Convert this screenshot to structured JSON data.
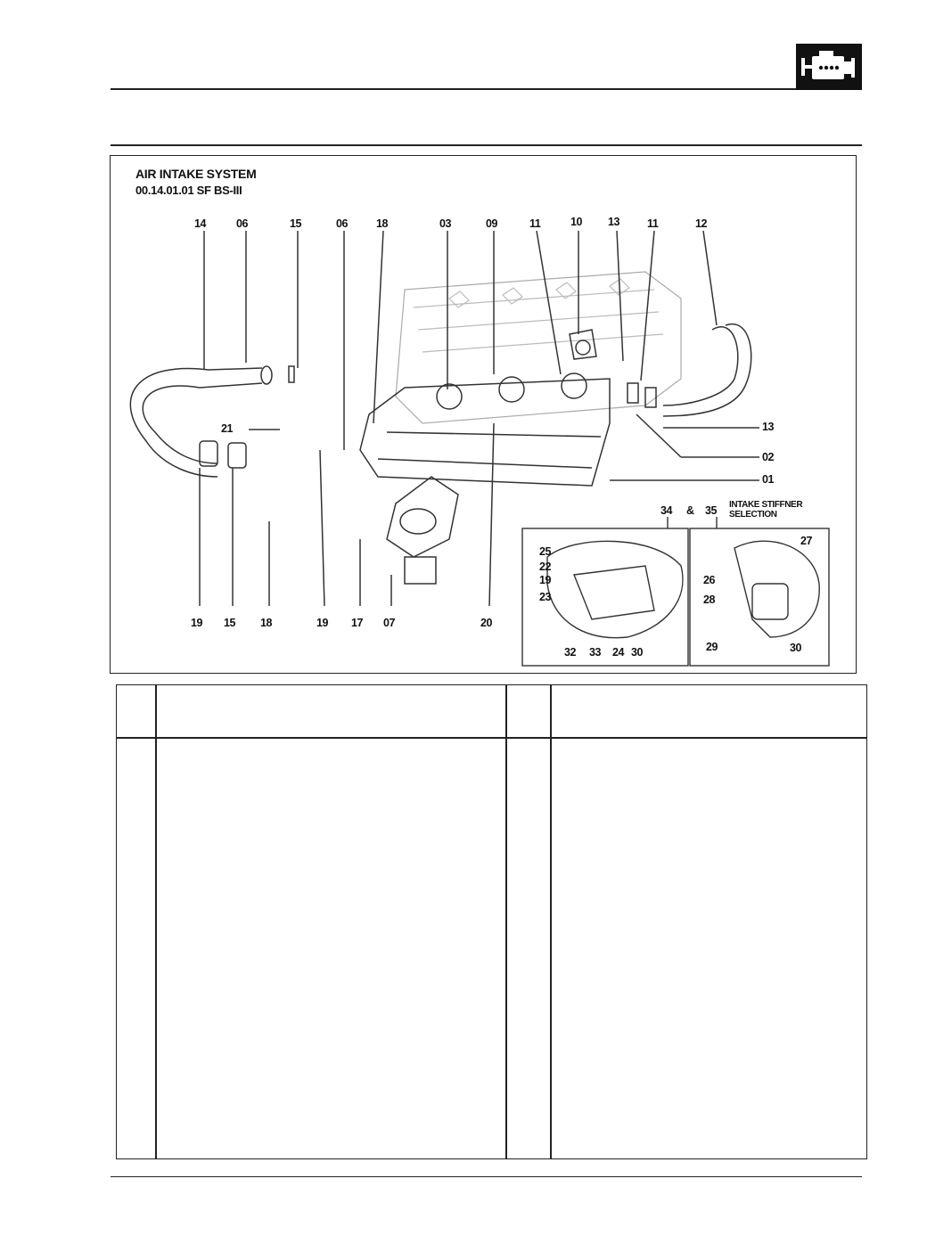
{
  "document": {
    "logo": {
      "icon": "engine-icon"
    },
    "figure": {
      "title": "AIR INTAKE SYSTEM",
      "subtitle": "00.14.01.01 SF BS-III",
      "inset_caption_line1": "INTAKE STIFFNER",
      "inset_caption_line2": "SELECTION",
      "callouts_top": [
        "14",
        "06",
        "15",
        "06",
        "18",
        "03",
        "09",
        "11",
        "10",
        "13",
        "11",
        "12"
      ],
      "callouts_right": [
        "13",
        "02",
        "01"
      ],
      "callout_21": "21",
      "inset_header": [
        "34",
        "&",
        "35"
      ],
      "callouts_bottom": [
        "19",
        "15",
        "18",
        "19",
        "17",
        "07",
        "20"
      ],
      "inset_left_labels": [
        "25",
        "22",
        "19",
        "23"
      ],
      "inset_left_bottom": [
        "32",
        "33",
        "24",
        "30"
      ],
      "inset_right_labels": [
        "27",
        "26",
        "28",
        "29",
        "30"
      ]
    },
    "table": {
      "headers": [
        "",
        "",
        "",
        ""
      ],
      "rows": []
    }
  }
}
